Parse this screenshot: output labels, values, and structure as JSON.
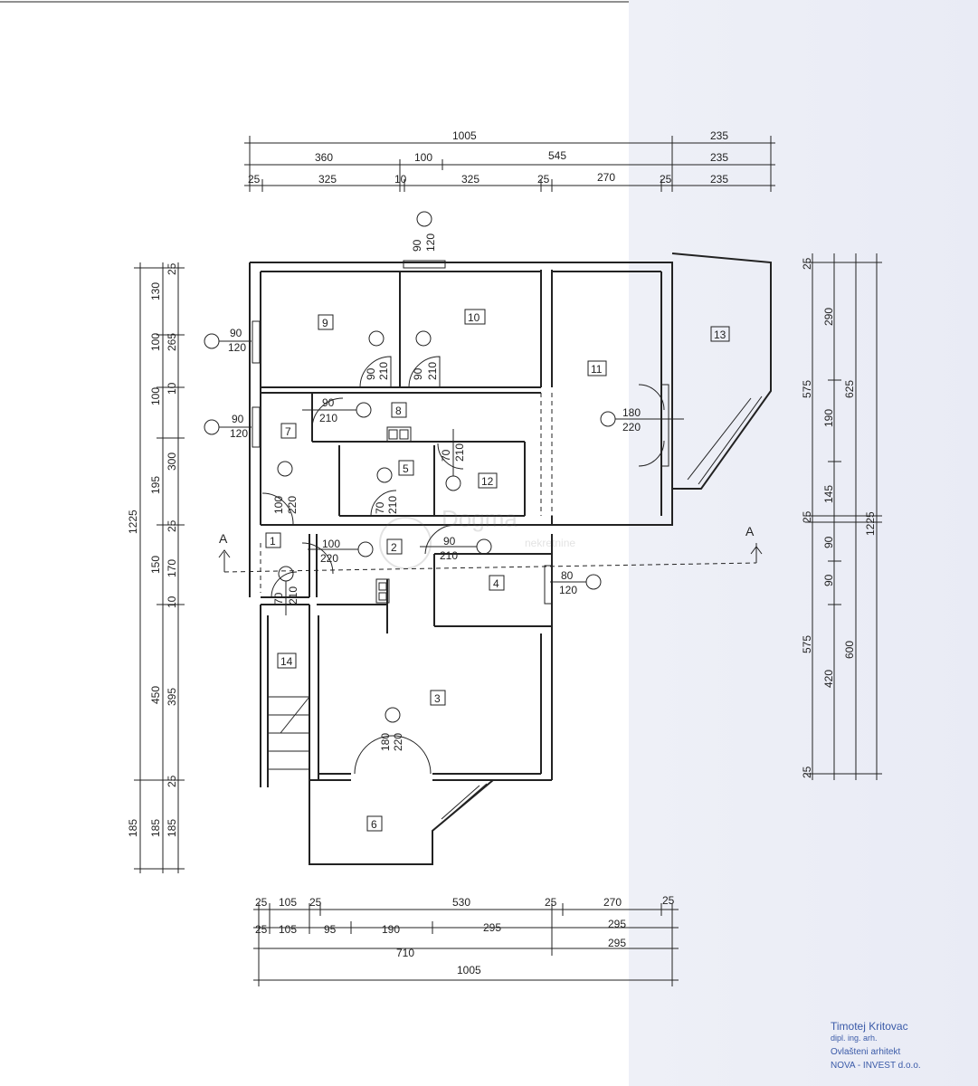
{
  "dims_top": {
    "row1": [
      "1005",
      "235"
    ],
    "row2": [
      "360",
      "100",
      "545",
      "235"
    ],
    "row3": [
      "25",
      "325",
      "10",
      "325",
      "25",
      "270",
      "25",
      "235"
    ]
  },
  "dims_bottom": {
    "row1": [
      "25",
      "105",
      "25",
      "530",
      "25",
      "270",
      "25"
    ],
    "row2": [
      "25",
      "105",
      "95",
      "190",
      "295",
      "295"
    ],
    "row3": [
      "710",
      "295"
    ],
    "row4": [
      "1005"
    ]
  },
  "dims_left": {
    "col1": [
      "1225",
      "185"
    ],
    "col2": [
      "130",
      "100",
      "100",
      "195",
      "150",
      "450",
      "185"
    ],
    "col3": [
      "25",
      "265",
      "10",
      "300",
      "25",
      "170",
      "10",
      "395",
      "25",
      "185"
    ]
  },
  "dims_right": {
    "col1": [
      "25",
      "575",
      "25",
      "575",
      "25"
    ],
    "col2": [
      "290",
      "190",
      "145",
      "90",
      "90",
      "420"
    ],
    "col3": [
      "625",
      "600"
    ],
    "col4": [
      "1225"
    ]
  },
  "rooms": [
    "1",
    "2",
    "3",
    "4",
    "5",
    "6",
    "7",
    "8",
    "9",
    "10",
    "11",
    "12",
    "13",
    "14"
  ],
  "openings": {
    "w_top": [
      "90",
      "120"
    ],
    "w_9": [
      "90",
      "120"
    ],
    "w_7": [
      "90",
      "120"
    ],
    "d_9": [
      "90",
      "210"
    ],
    "d_10": [
      "90",
      "210"
    ],
    "d_8": [
      "90",
      "210"
    ],
    "d_11": [
      "180",
      "220"
    ],
    "d_12": [
      "70",
      "210"
    ],
    "d_7": [
      "100",
      "220"
    ],
    "d_5": [
      "70",
      "210"
    ],
    "d_1": [
      "100",
      "220"
    ],
    "d_2": [
      "90",
      "210"
    ],
    "w_4": [
      "80",
      "120"
    ],
    "d_14": [
      "70",
      "210"
    ],
    "d_3": [
      "180",
      "220"
    ]
  },
  "section": {
    "left": "A",
    "right": "A"
  },
  "watermark": {
    "brand": "Dogma",
    "sub": "nekretnine"
  },
  "stamp": {
    "name": "Timotej Kritovac",
    "title": "dipl. ing. arh.",
    "role": "Ovlašteni arhitekt",
    "company": "NOVA - INVEST d.o.o."
  }
}
